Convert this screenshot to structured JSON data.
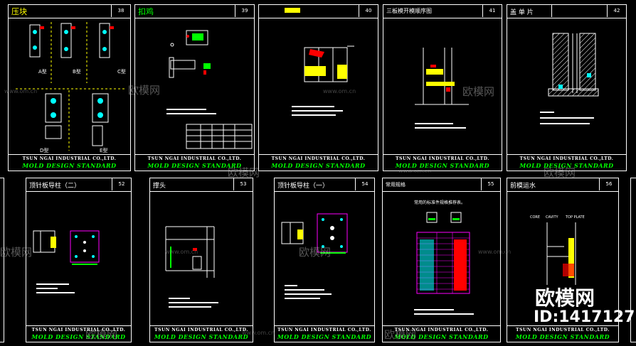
{
  "sheets": [
    {
      "title": "压块",
      "number": "38"
    },
    {
      "title": "扣鸡",
      "number": "39"
    },
    {
      "title": "",
      "number": "40"
    },
    {
      "title": "三板模开模顺序图",
      "number": "41"
    },
    {
      "title": "盖 单 片",
      "number": "42"
    },
    {
      "title": "顶针板导柱（二）",
      "number": "52"
    },
    {
      "title": "撑头",
      "number": "53"
    },
    {
      "title": "顶针板导柱（一）",
      "number": "54"
    },
    {
      "title": "常用规格",
      "number": "55"
    },
    {
      "title": "前模运水",
      "number": "56"
    }
  ],
  "footer": {
    "company": "TSUN NGAI INDUSTRIAL CO.,LTD.",
    "standard": "MOLD DESIGN STANDARD"
  },
  "sheet1_labels": {
    "a": "A型",
    "b": "B型",
    "c": "C型",
    "d": "D型",
    "e": "E型"
  },
  "sheet9_note": "常用的标准件规格推荐表。",
  "sheet10_labels": {
    "core": "CORE",
    "cavity": "CAVITY",
    "top_plate": "TOP PLATE"
  },
  "watermark": {
    "brand": "欧模网",
    "site": "www.om.cn",
    "id": "ID:1417127"
  },
  "colors": {
    "title_yellow": "#ffff00",
    "standard_green": "#00ff00",
    "magenta": "#ff00ff",
    "cyan": "#00ffff",
    "red": "#ff0000"
  }
}
